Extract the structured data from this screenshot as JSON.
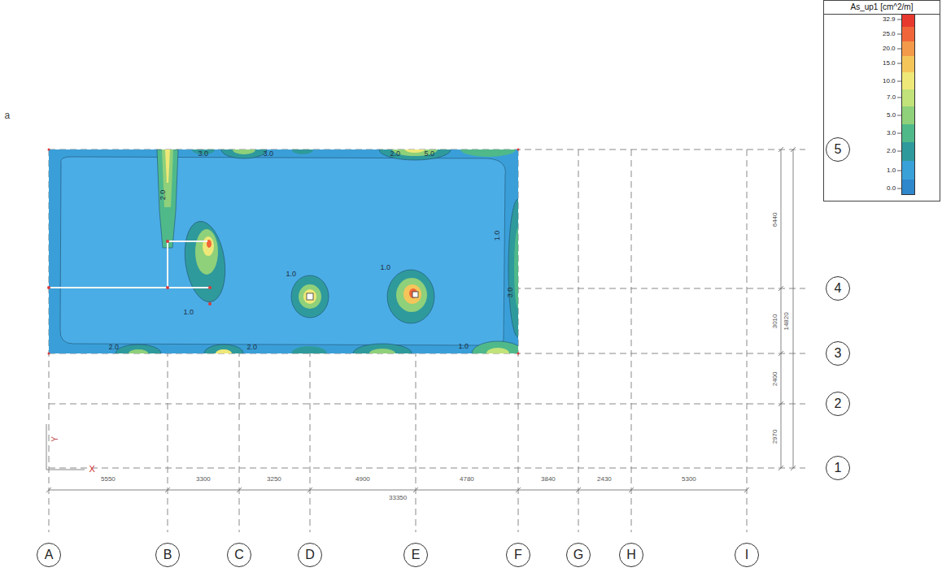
{
  "diagram": {
    "nodes": [
      {
        "text": [
          "As_up1 [cm^2/m]"
        ]
      },
      {
        "text": [
          "5"
        ]
      },
      {
        "text": [
          "4"
        ]
      },
      {
        "text": [
          "3"
        ]
      },
      {
        "text": [
          "2"
        ]
      },
      {
        "text": [
          "1"
        ]
      },
      {
        "text": [
          "A"
        ]
      },
      {
        "text": [
          "B"
        ]
      },
      {
        "text": [
          "C"
        ]
      },
      {
        "text": [
          "D"
        ]
      },
      {
        "text": [
          "E"
        ]
      },
      {
        "text": [
          "F"
        ]
      },
      {
        "text": [
          "G"
        ]
      },
      {
        "text": [
          "H"
        ]
      },
      {
        "text": [
          "I"
        ]
      }
    ],
    "labels": [
      "a",
      "5550",
      "3300",
      "3250",
      "4900",
      "4780",
      "3840",
      "2430",
      "5300",
      "33350",
      "6440",
      "3010",
      "2400",
      "2970",
      "14820",
      "Y",
      "X",
      "2.0",
      "3.0",
      "5.0",
      "2.0",
      "3.0",
      "1.0",
      "1.0",
      "1.0",
      "3.0",
      "1.0",
      "2.0",
      "2.0",
      "1.0"
    ],
    "legend": [
      {
        "text": "32.9",
        "color": "#e8392f"
      },
      {
        "text": "25.0",
        "color": "#f0663a"
      },
      {
        "text": "20.0",
        "color": "#f39a4a"
      },
      {
        "text": "15.0",
        "color": "#f4c65a"
      },
      {
        "text": "10.0",
        "color": "#eee878"
      },
      {
        "text": "7.0",
        "color": "#c2e27a"
      },
      {
        "text": "5.0",
        "color": "#8fd07a"
      },
      {
        "text": "3.0",
        "color": "#4fb98a"
      },
      {
        "text": "2.0",
        "color": "#2f9a9c"
      },
      {
        "text": "1.0",
        "color": "#3aa0d8"
      },
      {
        "text": "0.0",
        "color": "#2f88cc"
      }
    ]
  }
}
